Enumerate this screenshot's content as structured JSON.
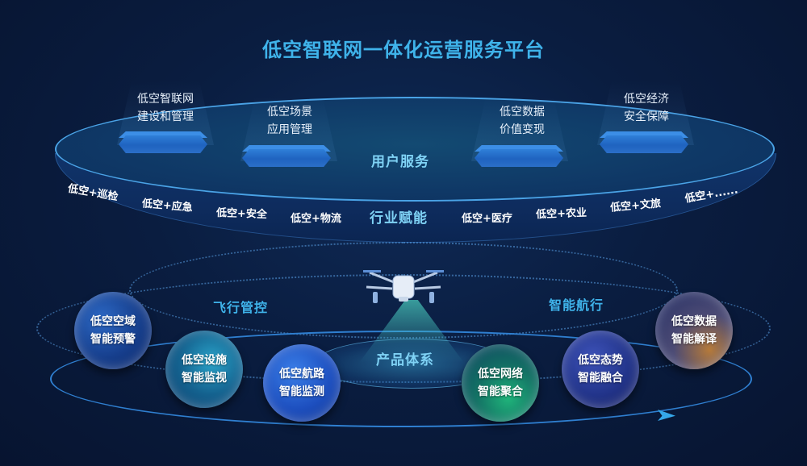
{
  "title": "低空智联网一体化运营服务平台",
  "user_service": {
    "label": "用户服务",
    "items": [
      {
        "line1": "低空智联网",
        "line2": "建设和管理"
      },
      {
        "line1": "低空场景",
        "line2": "应用管理"
      },
      {
        "line1": "低空数据",
        "line2": "价值变现"
      },
      {
        "line1": "低空经济",
        "line2": "安全保障"
      }
    ]
  },
  "industry": {
    "label": "行业赋能",
    "items": [
      "低空+巡检",
      "低空+应急",
      "低空+安全",
      "低空+物流",
      "低空+医疗",
      "低空+农业",
      "低空+文旅",
      "低空+......"
    ]
  },
  "product": {
    "label": "产品体系",
    "modules": {
      "left": "飞行管控",
      "right": "智能航行"
    },
    "spheres": [
      {
        "line1": "低空空域",
        "line2": "智能预警"
      },
      {
        "line1": "低空设施",
        "line2": "智能监视"
      },
      {
        "line1": "低空航路",
        "line2": "智能监测"
      },
      {
        "line1": "低空网络",
        "line2": "智能聚合"
      },
      {
        "line1": "低空态势",
        "line2": "智能融合"
      },
      {
        "line1": "低空数据",
        "line2": "智能解译"
      }
    ]
  },
  "colors": {
    "background": "#0a1d40",
    "title": "#3fb3ea",
    "section_label": "#7fd2f5",
    "pedestal": "#2f7fd8",
    "orbit": "#2f7fd0"
  }
}
